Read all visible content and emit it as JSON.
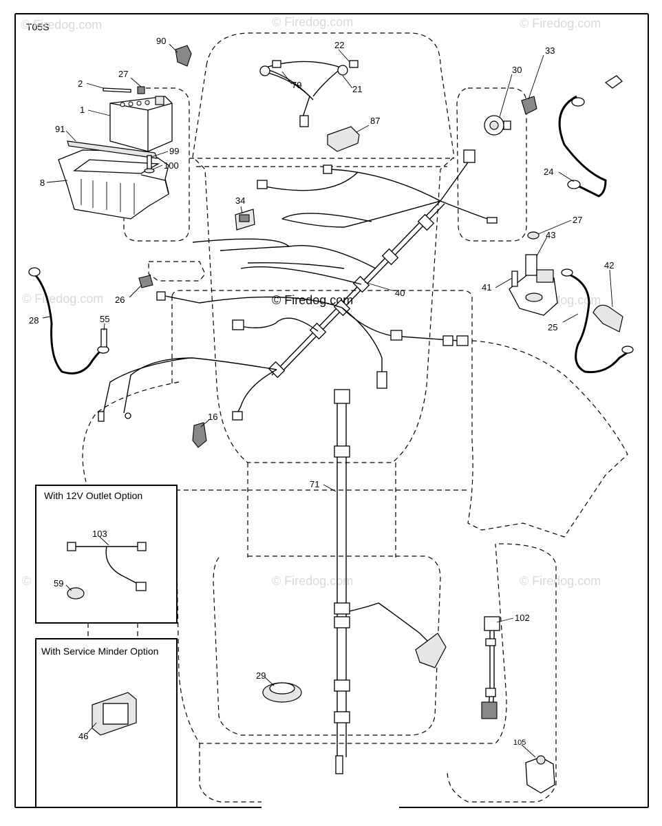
{
  "diagram_code": "T05S",
  "watermarks": {
    "brand": "© Firedog.com",
    "center": "© Firedog.com"
  },
  "insets": {
    "outlet_option_title": "With 12V Outlet Option",
    "service_minder_title": "With Service Minder Option"
  },
  "callouts": [
    {
      "id": "90",
      "text": "90"
    },
    {
      "id": "2",
      "text": "2"
    },
    {
      "id": "27a",
      "text": "27"
    },
    {
      "id": "1",
      "text": "1"
    },
    {
      "id": "91",
      "text": "91"
    },
    {
      "id": "99",
      "text": "99"
    },
    {
      "id": "100",
      "text": "100"
    },
    {
      "id": "8",
      "text": "8"
    },
    {
      "id": "22",
      "text": "22"
    },
    {
      "id": "79",
      "text": "79"
    },
    {
      "id": "21",
      "text": "21"
    },
    {
      "id": "87",
      "text": "87"
    },
    {
      "id": "30",
      "text": "30"
    },
    {
      "id": "33",
      "text": "33"
    },
    {
      "id": "24",
      "text": "24"
    },
    {
      "id": "34",
      "text": "34"
    },
    {
      "id": "27b",
      "text": "27"
    },
    {
      "id": "43",
      "text": "43"
    },
    {
      "id": "42",
      "text": "42"
    },
    {
      "id": "41",
      "text": "41"
    },
    {
      "id": "25",
      "text": "25"
    },
    {
      "id": "40",
      "text": "40"
    },
    {
      "id": "26",
      "text": "26"
    },
    {
      "id": "28",
      "text": "28"
    },
    {
      "id": "55",
      "text": "55"
    },
    {
      "id": "16",
      "text": "16"
    },
    {
      "id": "71",
      "text": "71"
    },
    {
      "id": "103",
      "text": "103"
    },
    {
      "id": "59",
      "text": "59"
    },
    {
      "id": "102",
      "text": "102"
    },
    {
      "id": "29",
      "text": "29"
    },
    {
      "id": "46",
      "text": "46"
    },
    {
      "id": "105",
      "text": "105"
    }
  ]
}
